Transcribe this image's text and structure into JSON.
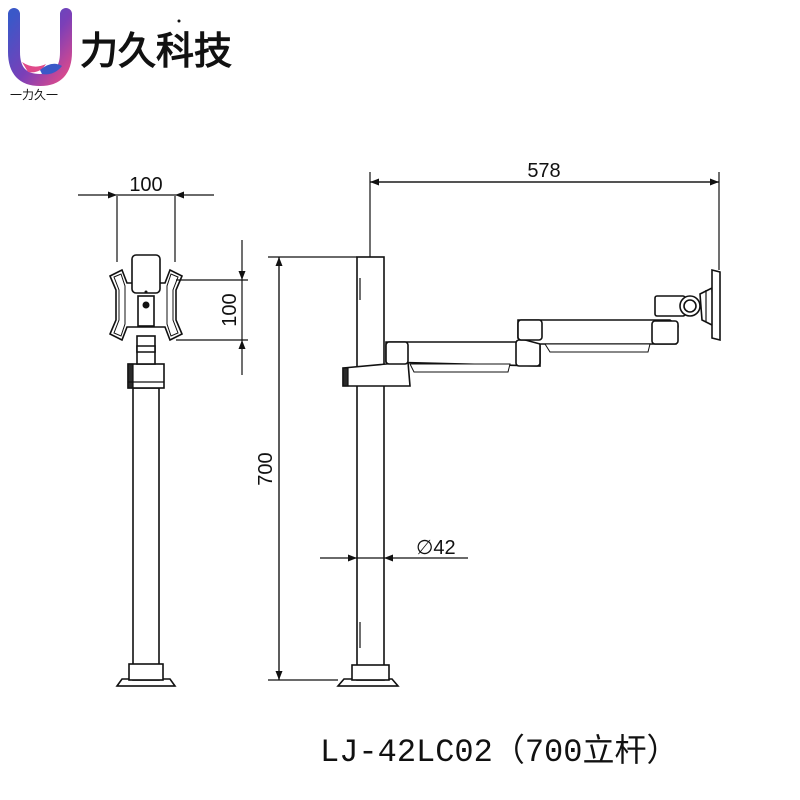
{
  "brand": {
    "name": "力久科技",
    "tagline": "一力久一",
    "colors": {
      "logo_blue": "#3a58c8",
      "logo_pink": "#e04a8a",
      "logo_purple": "#7b3fb8"
    }
  },
  "dimensions": {
    "front_width": "100",
    "front_height": "100",
    "pole_height": "700",
    "arm_reach": "578",
    "pole_diameter": "∅42"
  },
  "caption": "LJ-42LC02（700立杆）"
}
